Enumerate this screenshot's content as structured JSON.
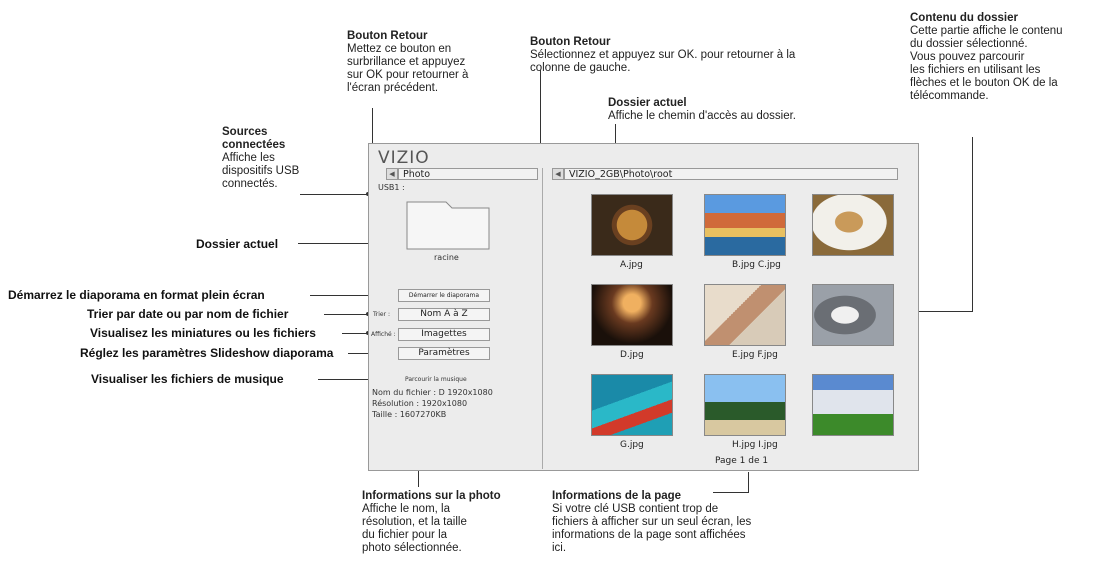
{
  "annotations": {
    "bouton_retour_1": {
      "title": "Bouton Retour",
      "lines": [
        "Mettez ce bouton en",
        "surbrillance et appuyez",
        "sur OK pour retourner à",
        "l'écran précédent."
      ]
    },
    "bouton_retour_2": {
      "title": "Bouton Retour",
      "lines": [
        "Sélectionnez et appuyez sur OK. pour retourner à la",
        "colonne de gauche."
      ]
    },
    "dossier_actuel_top": {
      "title": "Dossier actuel",
      "lines": [
        "Affiche le chemin d'accès au dossier."
      ]
    },
    "contenu_dossier": {
      "title": "Contenu du dossier",
      "lines": [
        "Cette partie affiche le contenu",
        "du dossier sélectionné.",
        "Vous pouvez parcourir",
        "les fichiers en utilisant les",
        "flèches et le bouton OK de la",
        "télécommande."
      ]
    },
    "sources": {
      "title": "Sources connectées",
      "lines": [
        "Affiche les",
        "dispositifs USB",
        "connectés."
      ]
    },
    "dossier_actuel_left": "Dossier actuel",
    "demarrez": "Démarrez le diaporama en format plein écran",
    "trier": "Trier par date ou par nom de fichier",
    "visualisez": "Visualisez les miniatures ou les fichiers",
    "reglez": "Réglez les paramètres Slideshow diaporama",
    "musique": "Visualiser les fichiers de musique",
    "infos_photo": {
      "title": "Informations sur la photo",
      "lines": [
        "Affiche le nom, la",
        "résolution, et la taille",
        "du fichier pour la",
        "photo sélectionnée."
      ]
    },
    "infos_page": {
      "title": "Informations de la page",
      "lines": [
        "Si votre clé USB contient trop de",
        "fichiers à afficher sur un seul écran, les",
        "informations de la page sont affichées",
        "ici."
      ]
    }
  },
  "screen": {
    "logo": "VIZIO",
    "left_path": "Photo",
    "right_path": "VIZIO_2GB\\Photo\\root",
    "source": "USB1 :",
    "folder_name": "racine",
    "buttons": {
      "slideshow": "Démarrer le diaporama",
      "sort_label": "Trier :",
      "sort_value": "Nom A à Z",
      "view_label": "Affiché :",
      "view_value": "Imagettes",
      "settings": "Paramètres"
    },
    "music": "Parcourir la musique",
    "info": {
      "filename": "Nom du fichier : D 1920x1080",
      "resolution": "Résolution : 1920x1080",
      "size": "Taille : 1607270KB"
    },
    "page_info": "Page 1 de 1",
    "thumbnails": [
      {
        "caption": "A.jpg",
        "colors": [
          "#3a2a1a",
          "#c58a3a"
        ]
      },
      {
        "caption": "B.jpg C.jpg",
        "colors": [
          "#3b7fc4",
          "#d06a3a"
        ]
      },
      {
        "caption": "",
        "colors": [
          "#e8e2d6",
          "#8a6a3a"
        ]
      },
      {
        "caption": "D.jpg",
        "colors": [
          "#2a1a12",
          "#d08a40"
        ]
      },
      {
        "caption": "E.jpg F.jpg",
        "colors": [
          "#d8cbb8",
          "#a07050"
        ]
      },
      {
        "caption": "",
        "colors": [
          "#8a8f96",
          "#3a3a3a"
        ]
      },
      {
        "caption": "G.jpg",
        "colors": [
          "#1f9fb5",
          "#d23a2a"
        ]
      },
      {
        "caption": "H.jpg I.jpg",
        "colors": [
          "#7ab0e0",
          "#2a5a2a"
        ]
      },
      {
        "caption": "",
        "colors": [
          "#5a8ad0",
          "#3c8a2a"
        ]
      }
    ]
  }
}
